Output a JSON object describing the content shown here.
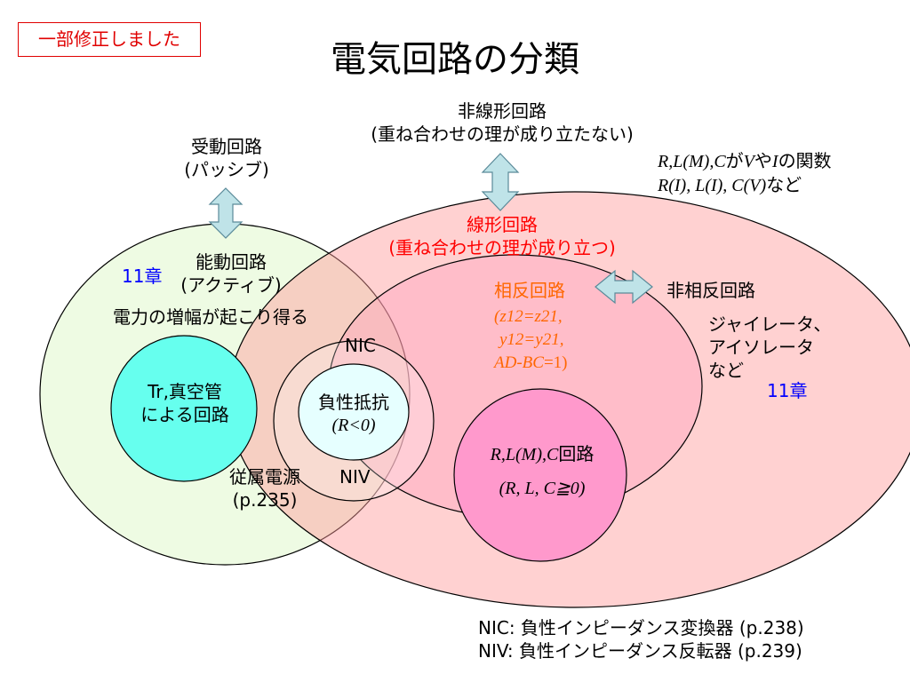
{
  "badge": "一部修正しました",
  "title": "電気回路の分類",
  "passive": {
    "line1": "受動回路",
    "line2": "(パッシブ)"
  },
  "nonlinear": {
    "line1": "非線形回路",
    "line2": "(重ね合わせの理が成り立たない)"
  },
  "nonlinear_note": {
    "line1_a": "R,L(M),C",
    "line1_b": "が",
    "line1_c": "V",
    "line1_d": "や",
    "line1_e": "I",
    "line1_f": "の関数",
    "line2_a": "R(I), L(I), C(V)",
    "line2_b": "など"
  },
  "linear": {
    "line1": "線形回路",
    "line2": "(重ね合わせの理が成り立つ)"
  },
  "active": {
    "chapter": "11章",
    "line1": "能動回路",
    "line2": "(アクティブ)",
    "line3": "電力の増幅が起こり得る"
  },
  "reciprocal": {
    "label": "相反回路",
    "eq1": "(z12=z21,",
    "eq2": "y12=y21,",
    "eq3_a": "AD-BC",
    "eq3_b": "=1)"
  },
  "nonreciprocal": {
    "label": "非相反回路",
    "line1": "ジャイレータ、",
    "line2": "アイソレータ",
    "line3": "など",
    "chapter": "11章"
  },
  "tr": {
    "line1": "Tr,真空管",
    "line2": "による回路"
  },
  "nic_label": "NIC",
  "niv_label": "NIV",
  "negres": {
    "line1": "負性抵抗",
    "line2": "(R<0)"
  },
  "dependent": {
    "line1": "従属電源",
    "line2": "(p.235)"
  },
  "rlc": {
    "line1_a": "R,L(M),C",
    "line1_b": "回路",
    "line2": "(R, L, C≧0)"
  },
  "footnotes": [
    "NIC: 負性インピーダンス変換器 (p.238)",
    "NIV: 負性インピーダンス反転器 (p.239)"
  ],
  "colors": {
    "green_fill": "#eefbe3",
    "pink_fill": "#ffcccc",
    "magenta_fill": "#ff99cc",
    "cyan_fill": "#66ffee",
    "light_cyan": "#e6ffff",
    "arrow_fill": "#bfe3e8",
    "red": "#ff0000",
    "orange": "#ff6600",
    "blue": "#0000ff"
  }
}
